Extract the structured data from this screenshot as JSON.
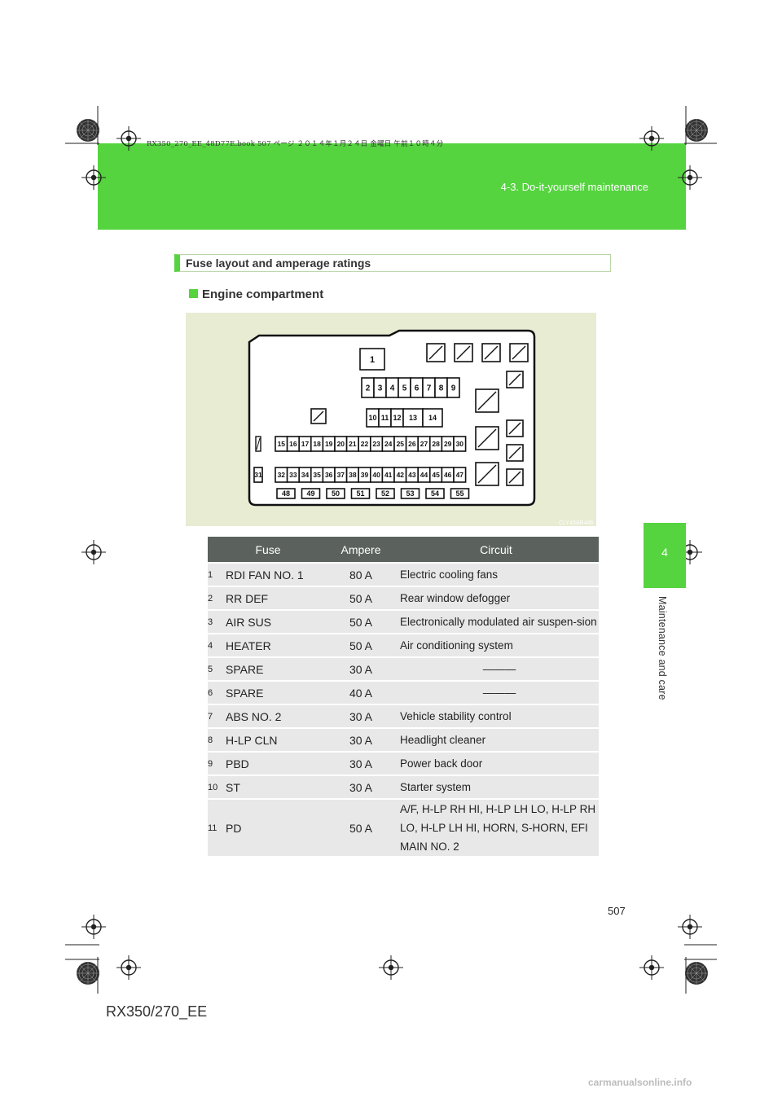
{
  "header": {
    "section": "4-3. Do-it-yourself maintenance",
    "book_line": "RX350_270_EE_48D77E.book 507 ページ ２０１４年１月２４日 金曜日 午前１０時４分"
  },
  "side": {
    "tab_number": "4",
    "label": "Maintenance and care"
  },
  "heading": "Fuse layout and amperage ratings",
  "subheading": "Engine compartment",
  "diagram": {
    "code": "CLY43AR446",
    "fuses": {
      "row_a": [
        "1"
      ],
      "row_b": [
        "2",
        "3",
        "4",
        "5",
        "6",
        "7",
        "8",
        "9"
      ],
      "row_c": [
        "10",
        "11",
        "12",
        "13",
        "14"
      ],
      "row_d": [
        "15",
        "16",
        "17",
        "18",
        "19",
        "20",
        "21",
        "22",
        "23",
        "24",
        "25",
        "26",
        "27",
        "28",
        "29",
        "30"
      ],
      "row_e": [
        "31",
        "32",
        "33",
        "34",
        "35",
        "36",
        "37",
        "38",
        "39",
        "40",
        "41",
        "42",
        "43",
        "44",
        "45",
        "46",
        "47"
      ],
      "row_f": [
        "48",
        "49",
        "50",
        "51",
        "52",
        "53",
        "54",
        "55"
      ]
    }
  },
  "table": {
    "headers": [
      "Fuse",
      "Ampere",
      "Circuit"
    ],
    "rows": [
      {
        "no": "1",
        "fuse": "RDI FAN NO. 1",
        "ampere": "80 A",
        "circuit": "Electric cooling fans"
      },
      {
        "no": "2",
        "fuse": "RR DEF",
        "ampere": "50 A",
        "circuit": "Rear window defogger"
      },
      {
        "no": "3",
        "fuse": "AIR SUS",
        "ampere": "50 A",
        "circuit": "Electronically modulated air suspen-sion"
      },
      {
        "no": "4",
        "fuse": "HEATER",
        "ampere": "50 A",
        "circuit": "Air conditioning system"
      },
      {
        "no": "5",
        "fuse": "SPARE",
        "ampere": "30 A",
        "circuit": "―――"
      },
      {
        "no": "6",
        "fuse": "SPARE",
        "ampere": "40 A",
        "circuit": "―――"
      },
      {
        "no": "7",
        "fuse": "ABS NO. 2",
        "ampere": "30 A",
        "circuit": "Vehicle stability control"
      },
      {
        "no": "8",
        "fuse": "H-LP CLN",
        "ampere": "30 A",
        "circuit": "Headlight cleaner"
      },
      {
        "no": "9",
        "fuse": "PBD",
        "ampere": "30 A",
        "circuit": "Power back door"
      },
      {
        "no": "10",
        "fuse": "ST",
        "ampere": "30 A",
        "circuit": "Starter system"
      },
      {
        "no": "11",
        "fuse": "PD",
        "ampere": "50 A",
        "circuit": "A/F, H-LP RH HI, H-LP LH LO, H-LP RH LO, H-LP LH HI, HORN, S-HORN, EFI MAIN NO. 2"
      }
    ]
  },
  "page_number": "507",
  "model": "RX350/270_EE",
  "watermark": "carmanualsonline.info",
  "colors": {
    "accent": "#55d43f",
    "table_header": "#5b625d",
    "table_cell": "#e8e8e8",
    "diagram_bg": "#e8ecd3"
  }
}
